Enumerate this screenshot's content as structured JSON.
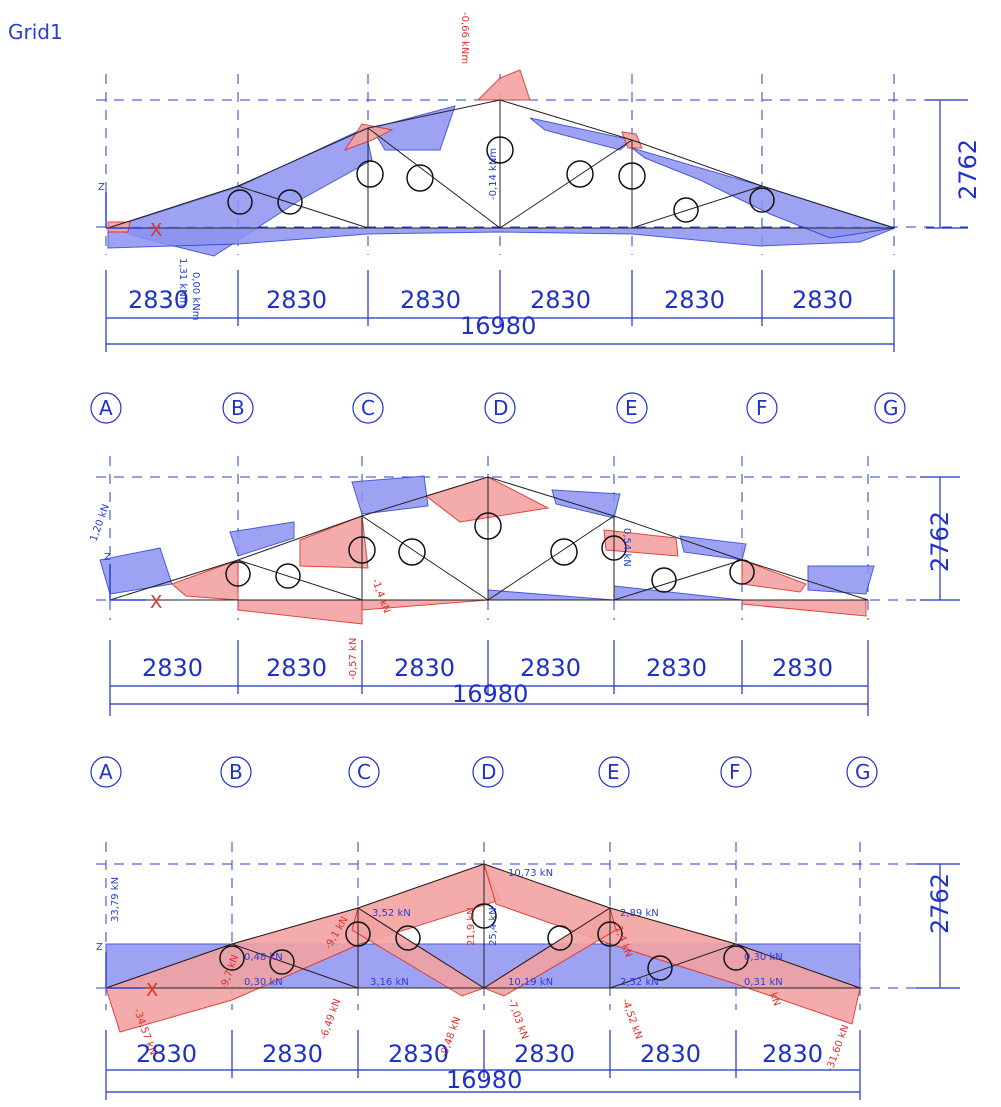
{
  "title": "Grid1",
  "colors": {
    "blue_line": "#2a3fd6",
    "red_line": "#e0302a",
    "blue_fill": "#8d92f0",
    "red_fill": "#f3a3a3"
  },
  "grid_labels": [
    "A",
    "B",
    "C",
    "D",
    "E",
    "F",
    "G"
  ],
  "spans": [
    "2830",
    "2830",
    "2830",
    "2830",
    "2830",
    "2830"
  ],
  "total_span": "16980",
  "height": "2762",
  "panel1": {
    "labels": {
      "moment_top": "-0,66 kNm",
      "moment_mid": "-0,14 kNm",
      "moment_left": "1,31 kNm",
      "moment_left2": "0,00 kNm"
    }
  },
  "panel2": {
    "labels": {
      "shear_left": "1,20 kN",
      "shear_c1": "-1,4 kN",
      "shear_c2": "-0,57 kN",
      "shear_e": "0,54 kN"
    }
  },
  "panel3": {
    "labels": {
      "n_left": "33,79 kN",
      "n_top": "10,73 kN",
      "n_c": "3,52 kN",
      "n_e": "2,89 kN",
      "n_b1": "0,48 kN",
      "n_b2": "0,30 kN",
      "n_cb": "3,16 kN",
      "n_d1": "21,9 kN",
      "n_d2": "25,4 kN",
      "n_db": "10,19 kN",
      "n_eb": "2,52 kN",
      "n_f1": "0,30 kN",
      "n_f2": "0,31 kN",
      "n_cb2": "-6,49 kN",
      "n_dl": "-9,48 kN",
      "n_dr": "-7,03 kN",
      "n_er": "-4,52 kN",
      "n_end": "-31,60 kN",
      "n_start": "-34,57 kN",
      "n_small1": "-9,1 kN",
      "n_small2": "-9,7 kN",
      "n_small3": "-1,4 kN",
      "n_small4": "kN"
    }
  }
}
